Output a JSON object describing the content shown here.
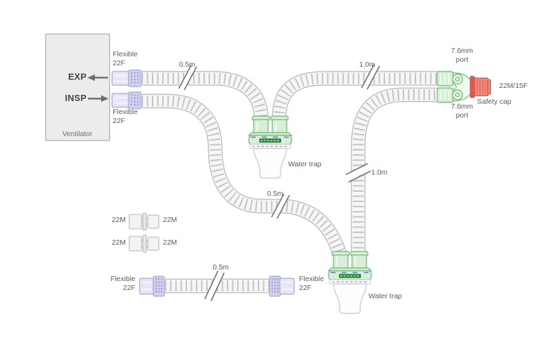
{
  "colors": {
    "green": "#6cb96f",
    "green_light": "#d9eeda",
    "green_pale": "#f0f8f0",
    "green_dark": "#2e8540",
    "lav_stroke": "#a6a6d3",
    "lav_light": "#e6e6f6",
    "lav_mid": "#d2d2ee",
    "lav_dark": "#8787c2",
    "red": "#f18a7c",
    "red_deep": "#e15a4b",
    "red_stroke": "#c84b3f",
    "red_stripe": "#e06a5b",
    "tube_outline": "#b7b7b9",
    "tube_body": "#f6f6f7",
    "tube_rings": "#9b9b9d",
    "box_fill": "#ececed",
    "box_stroke": "#b7b7b9",
    "text": "#5b5b5d",
    "text_dark": "#454547",
    "blue_dash": "#5c7bc0",
    "blue_dash2": "#9298d0"
  },
  "ventilator": {
    "label": "Ventilator",
    "exp_port_label": "EXP",
    "insp_port_label": "INSP"
  },
  "labels": {
    "flexible_line1": "Flexible",
    "flexible_line2": "22F",
    "length_half_m": "0.5m",
    "length_one_m": "1.0m",
    "port_76_line1": "7.6mm",
    "port_76_line2": "port",
    "cap_size": "22M/15F",
    "safety_cap": "Safety cap",
    "water_trap": "Water trap",
    "adapter_22m": "22M"
  }
}
